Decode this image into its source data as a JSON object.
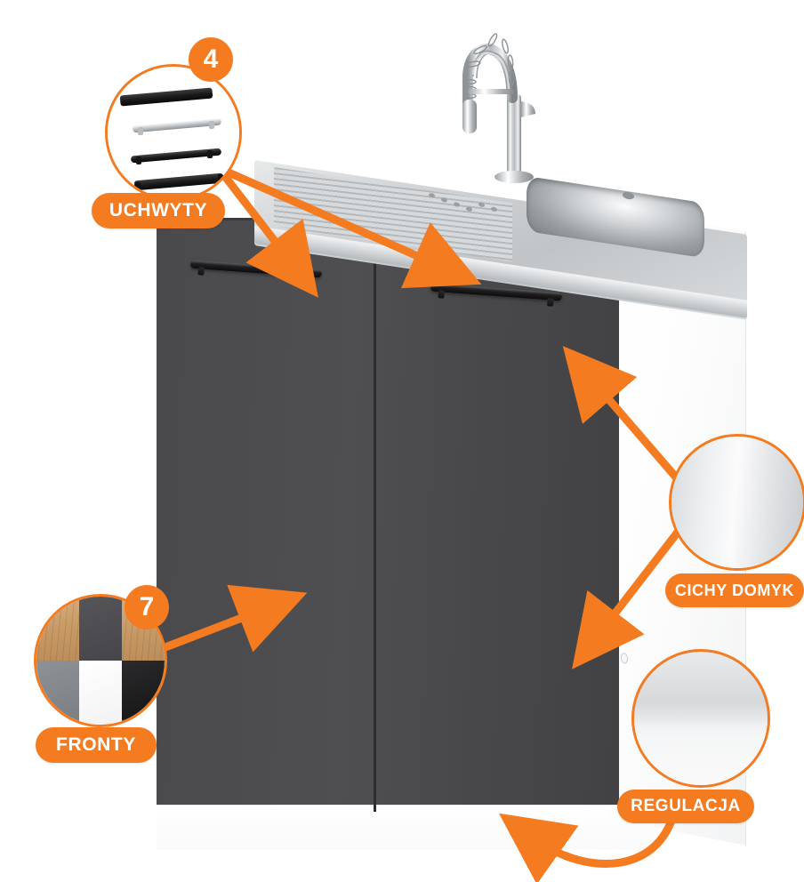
{
  "product": {
    "name": "kitchen-sink-base-cabinet",
    "body_color": "#ffffff",
    "front_color": "#4a4a4c",
    "countertop_color": "#c0c4c7",
    "handle_color": "#141416"
  },
  "brand": {
    "accent": "#F47B20",
    "accent_text": "#ffffff"
  },
  "features": [
    {
      "id": "handles",
      "label": "UCHWYTY",
      "count": "4",
      "badge_number": "4",
      "bubble": "handle-variants",
      "arrow_count": 2,
      "swatches": [
        {
          "name": "flat-black-bar",
          "color": "#18181a"
        },
        {
          "name": "round-silver-bar",
          "color": "#c8cbce"
        },
        {
          "name": "round-black-bar",
          "color": "#1b1b1d"
        },
        {
          "name": "d-black-bar",
          "color": "#121214"
        }
      ]
    },
    {
      "id": "fronts",
      "label": "FRONTY",
      "count": "7",
      "badge_number": "7",
      "bubble": "front-colour-swatches",
      "arrow_count": 1,
      "swatches": [
        {
          "name": "wood-oak",
          "color": "#c79a66"
        },
        {
          "name": "dark-grey",
          "color": "#46464a"
        },
        {
          "name": "wood-oak",
          "color": "#c79a66"
        },
        {
          "name": "mid-grey",
          "color": "#7a7e82"
        },
        {
          "name": "white",
          "color": "#ffffff"
        },
        {
          "name": "black",
          "color": "#131314"
        }
      ]
    },
    {
      "id": "soft-close",
      "label": "CICHY DOMYK",
      "count": null,
      "badge_number": null,
      "bubble": "soft-close-hinge",
      "arrow_count": 2,
      "swatches": []
    },
    {
      "id": "adjustable-legs",
      "label": "REGULACJA",
      "count": null,
      "badge_number": null,
      "bubble": "adjustable-leg",
      "arrow_count": 1,
      "swatches": []
    }
  ],
  "icons": {
    "faucet": "spring-coil-kitchen-faucet",
    "sink": "stainless-steel-sink-with-drainboard",
    "hinge": "soft-close-hinge-icon",
    "leg": "adjustable-leg-icon"
  }
}
